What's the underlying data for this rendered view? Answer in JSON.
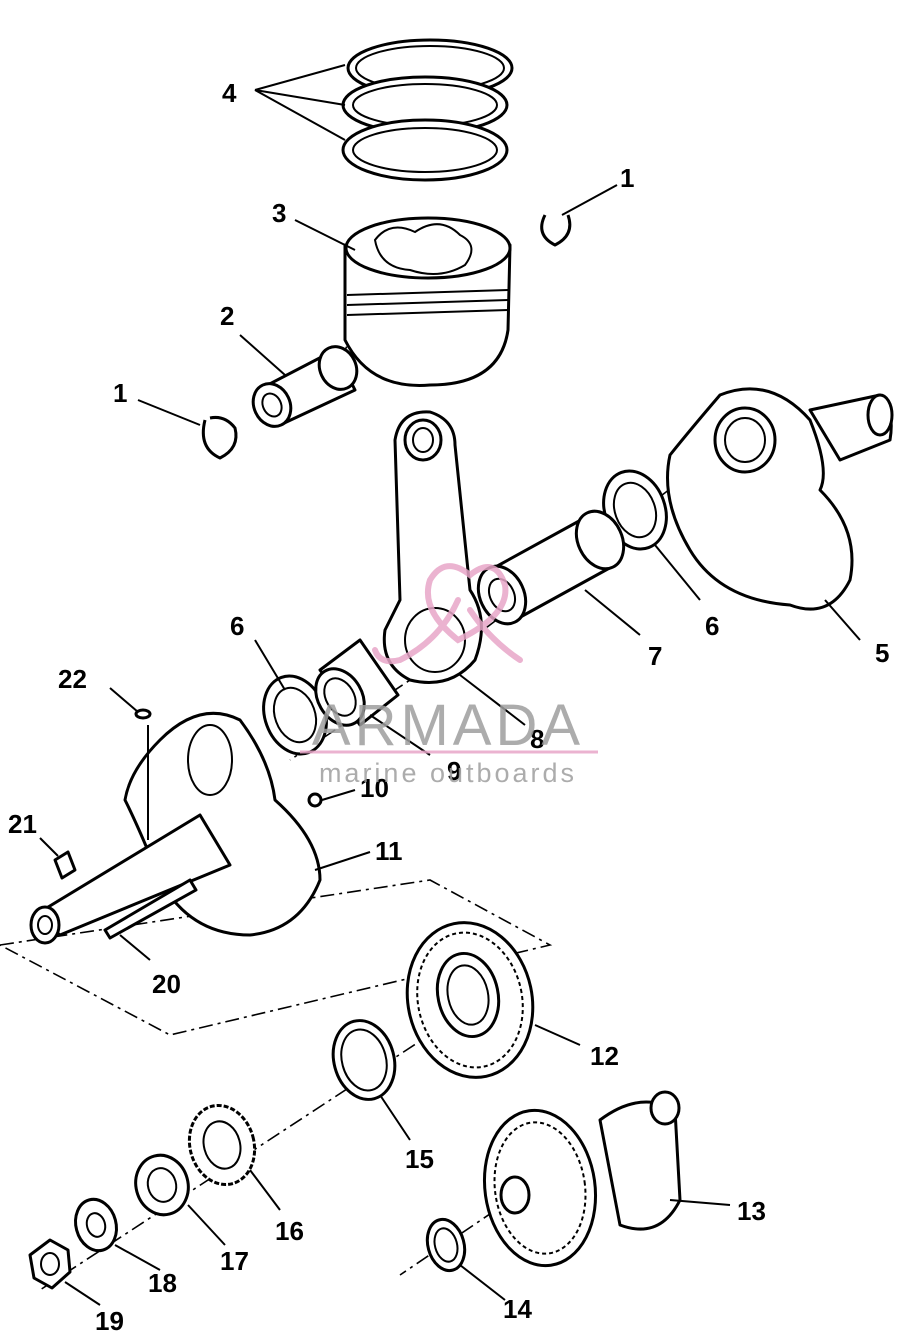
{
  "callouts": {
    "n1": "1",
    "n2": "2",
    "n3": "3",
    "n4": "4",
    "n5": "5",
    "n6": "6",
    "n7": "7",
    "n8": "8",
    "n9": "9",
    "n10": "10",
    "n11": "11",
    "n12": "12",
    "n13": "13",
    "n14": "14",
    "n15": "15",
    "n16": "16",
    "n17": "17",
    "n18": "18",
    "n19": "19",
    "n20": "20",
    "n21": "21",
    "n22": "22"
  },
  "watermark": {
    "brand": "ARMADA",
    "tagline": "marine outboards",
    "accent_color": "#e8a6c8",
    "text_color": "#9e9e9e"
  },
  "colors": {
    "line": "#000000",
    "background": "#ffffff"
  }
}
